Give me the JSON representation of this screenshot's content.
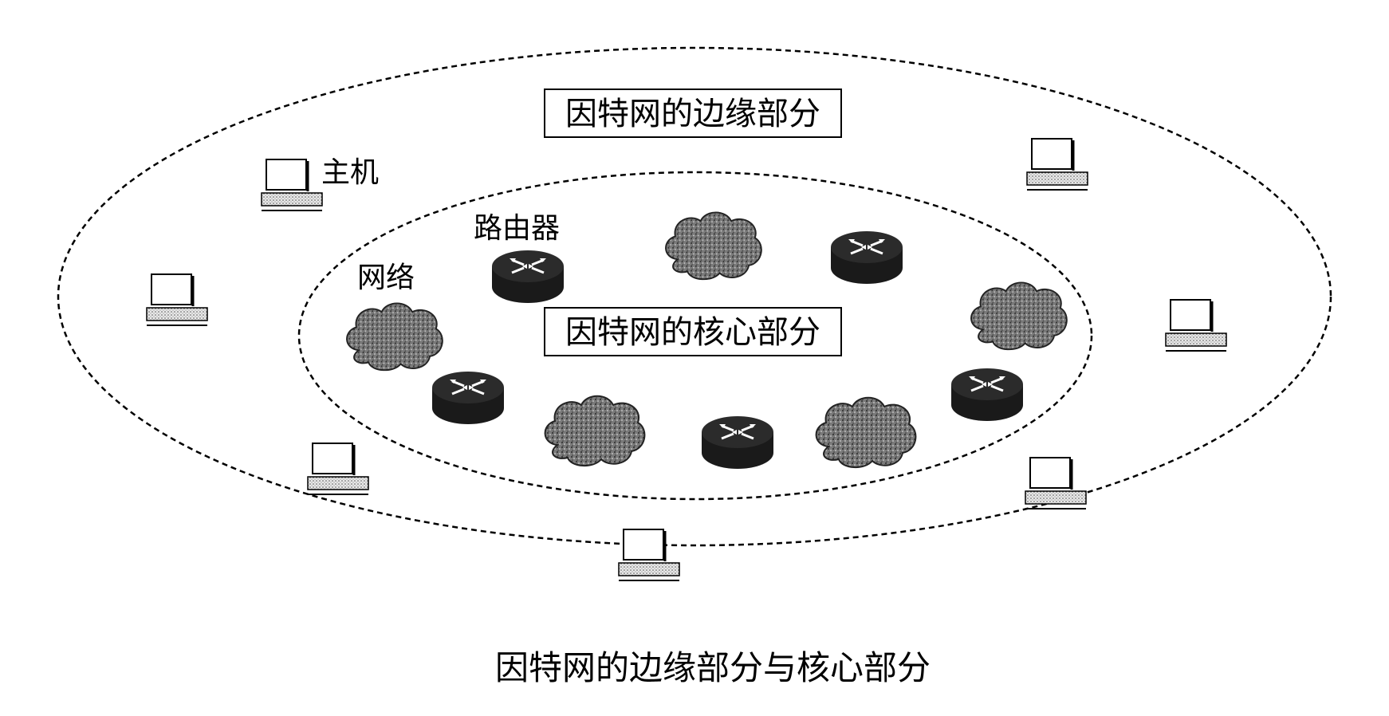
{
  "diagram": {
    "edge_title": "因特网的边缘部分",
    "core_title": "因特网的核心部分",
    "host_label": "主机",
    "router_label": "路由器",
    "network_label": "网络",
    "caption": "因特网的边缘部分与核心部分"
  },
  "colors": {
    "stroke": "#000000",
    "router_body": "#1a1a1a",
    "cloud_fill": "#6e6e6e",
    "background": "#ffffff"
  }
}
